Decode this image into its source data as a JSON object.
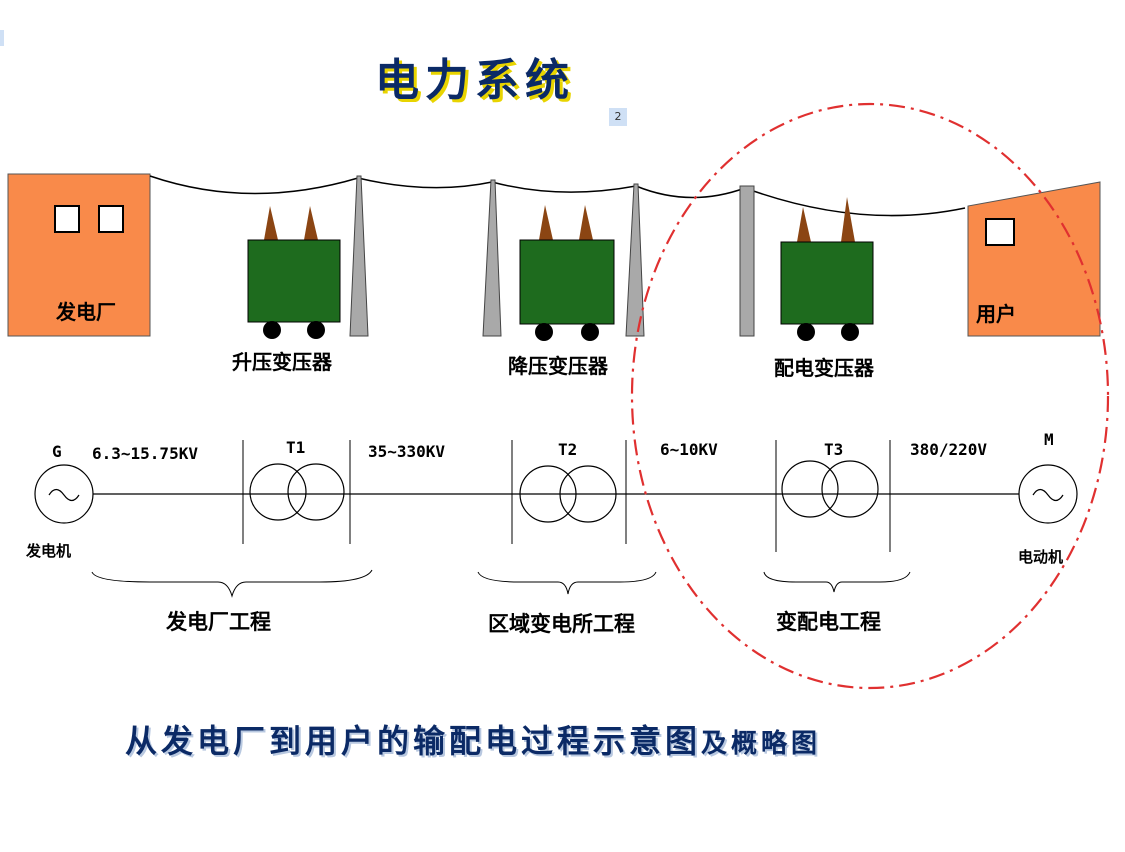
{
  "title": "电力系统",
  "page_number": "2",
  "plant_label": "发电厂",
  "user_label": "用户",
  "transformers": {
    "step_up": "升压变压器",
    "step_down": "降压变压器",
    "distribution": "配电变压器"
  },
  "schematic": {
    "generator_symbol": "G",
    "generator_label": "发电机",
    "motor_symbol": "M",
    "motor_label": "电动机",
    "t1": "T1",
    "t2": "T2",
    "t3": "T3",
    "v1": "6.3~15.75KV",
    "v2": "35~330KV",
    "v3": "6~10KV",
    "v4": "380/220V"
  },
  "sections": {
    "plant_engineering": "发电厂工程",
    "substation_engineering": "区域变电所工程",
    "distribution_engineering": "变配电工程"
  },
  "caption_main": "从发电厂到用户的输配电过程示意图",
  "caption_tail": "及概略图",
  "colors": {
    "building": "#f98a4a",
    "transformer": "#1e6b1e",
    "bushing": "#8b4513",
    "tower": "#a9a9a9",
    "highlight_ellipse": "#e03030",
    "title": "#0b2a66",
    "title_shadow": "#e8d400"
  }
}
